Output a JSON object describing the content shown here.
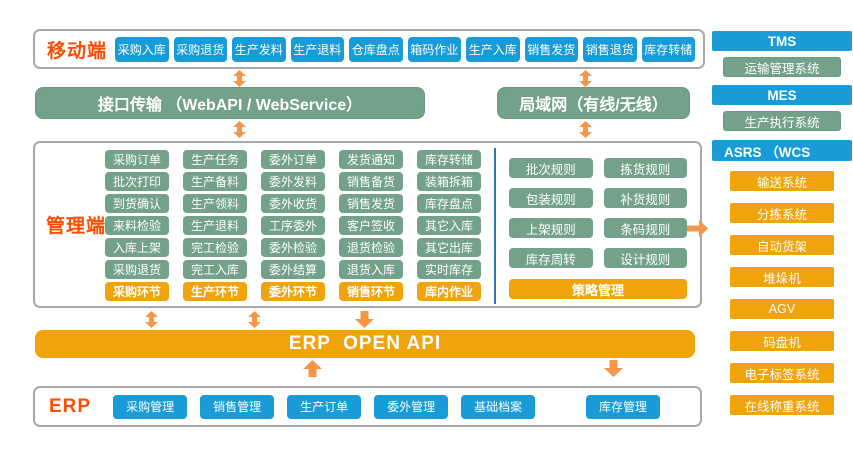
{
  "colors": {
    "button_blue": "#189BD7",
    "node_green": "#73A189",
    "accent_orange": "#F0A30A",
    "arrow_orange": "#F79646",
    "label_red": "#FF4D00",
    "panel_border": "#A8A8A8",
    "divider_blue": "#2E75B6"
  },
  "mobile_panel": {
    "label": "移动端",
    "buttons": [
      "采购入库",
      "采购退货",
      "生产发料",
      "生产退料",
      "仓库盘点",
      "箱码作业",
      "生产入库",
      "销售发货",
      "销售退货",
      "库存转储"
    ]
  },
  "network_bars": {
    "api_bar": "接口传输 （WebAPI / WebService）",
    "lan_bar": "局域网（有线/无线）"
  },
  "management_panel": {
    "label": "管理端",
    "columns": [
      {
        "items": [
          "采购订单",
          "批次打印",
          "到货确认",
          "来料检验",
          "入库上架",
          "采购退货"
        ],
        "footer": "采购环节"
      },
      {
        "items": [
          "生产任务",
          "生产备料",
          "生产领料",
          "生产退料",
          "完工检验",
          "完工入库"
        ],
        "footer": "生产环节"
      },
      {
        "items": [
          "委外订单",
          "委外发料",
          "委外收货",
          "工序委外",
          "委外检验",
          "委外结算"
        ],
        "footer": "委外环节"
      },
      {
        "items": [
          "发货通知",
          "销售备货",
          "销售发货",
          "客户签收",
          "退货检验",
          "退货入库"
        ],
        "footer": "销售环节"
      },
      {
        "items": [
          "库存转储",
          "装箱拆箱",
          "库存盘点",
          "其它入库",
          "其它出库",
          "实时库存"
        ],
        "footer": "库内作业"
      }
    ],
    "strategy": {
      "items": [
        "批次规则",
        "拣货规则",
        "包装规则",
        "补货规则",
        "上架规则",
        "条码规则",
        "库存周转",
        "设计规则"
      ],
      "footer": "策略管理"
    }
  },
  "erp_api_bar": "ERP  OPEN API",
  "erp_panel": {
    "label": "ERP",
    "buttons": [
      "采购管理",
      "销售管理",
      "生产订单",
      "委外管理",
      "基础档案"
    ],
    "inventory_button": "库存管理"
  },
  "right_column": {
    "tms_header": "TMS",
    "tms_sub": "运输管理系统",
    "mes_header": "MES",
    "mes_sub": "生产执行系统",
    "asrs_header": "ASRS （WCS",
    "asrs_items": [
      "输送系统",
      "分拣系统",
      "自动货架",
      "堆垛机",
      "AGV",
      "码盘机",
      "电子标签系统",
      "在线称重系统"
    ]
  }
}
